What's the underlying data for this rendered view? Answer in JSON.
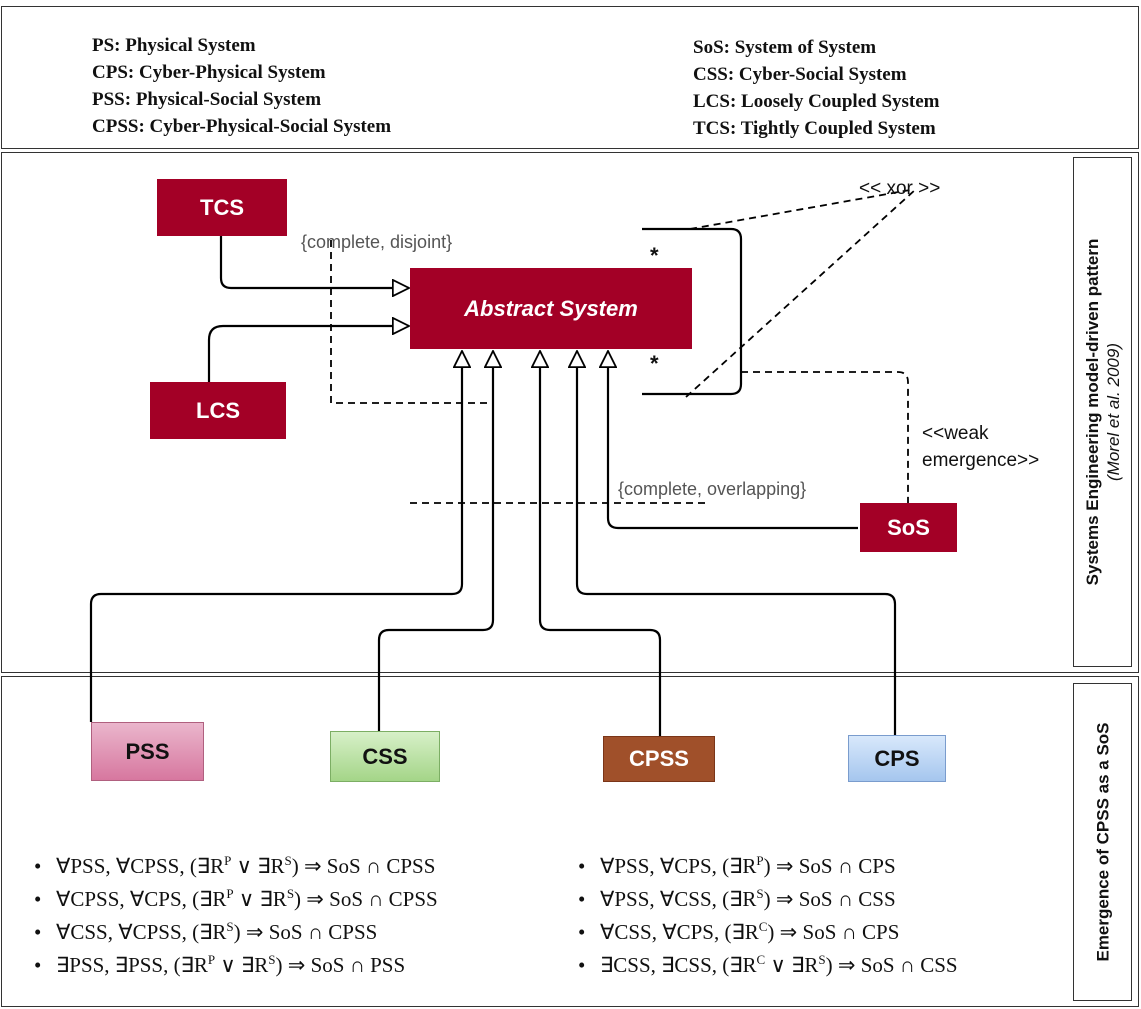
{
  "legend": {
    "left": [
      "PS: Physical System",
      "CPS: Cyber-Physical System",
      "PSS: Physical-Social System",
      "CPSS: Cyber-Physical-Social System"
    ],
    "right": [
      "SoS: System of System",
      "CSS: Cyber-Social System",
      "LCS: Loosely Coupled  System",
      "TCS: Tightly Coupled System"
    ]
  },
  "side_labels": {
    "pattern_title": "Systems Engineering model-driven pattern",
    "pattern_citation": "(Morel et al. 2009)",
    "emergence_title": "Emergence of CPSS as a SoS"
  },
  "nodes": {
    "tcs": "TCS",
    "lcs": "LCS",
    "abstract_system": "Abstract System",
    "sos": "SoS",
    "pss": "PSS",
    "css": "CSS",
    "cpss": "CPSS",
    "cps": "CPS"
  },
  "annotations": {
    "complete_disjoint": "{complete, disjoint}",
    "complete_overlapping": "{complete, overlapping}",
    "xor": "<< xor >>",
    "weak_emergence_1": "<<weak",
    "weak_emergence_2": "emergence>>",
    "multiplicity_top": "*",
    "multiplicity_bottom": "*"
  },
  "colors": {
    "system_red": "#a30026",
    "pss_pink": "#d9769f",
    "css_green": "#a9d88e",
    "cpss_brown": "#a0502a",
    "cps_blue": "#a8c8ee"
  },
  "formulas": {
    "left": [
      "∀PSS, ∀CPSS, (∃R^P ∨ ∃R^S) ⇒ SoS ∩ CPSS",
      "∀CPSS, ∀CPS, (∃R^P ∨ ∃R^S) ⇒ SoS ∩ CPSS",
      "∀CSS, ∀CPSS, (∃R^S) ⇒ SoS ∩ CPSS",
      "∃PSS, ∃PSS, (∃R^P ∨ ∃R^S) ⇒ SoS ∩ PSS"
    ],
    "right": [
      "∀PSS, ∀CPS, (∃R^P) ⇒ SoS ∩ CPS",
      "∀PSS, ∀CSS, (∃R^S) ⇒ SoS ∩ CSS",
      "∀CSS, ∀CPS, (∃R^C) ⇒ SoS ∩ CPS",
      "∃CSS, ∃CSS, (∃R^C ∨ ∃R^S) ⇒ SoS ∩ CSS"
    ]
  }
}
